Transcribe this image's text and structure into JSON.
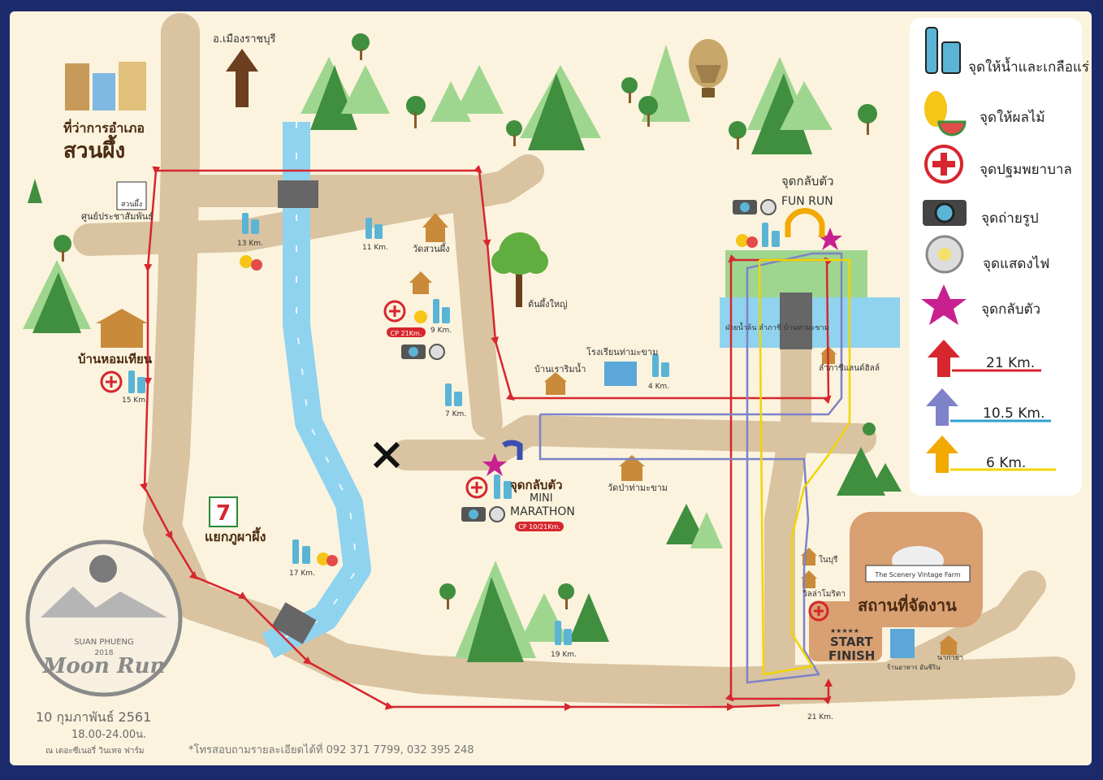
{
  "north": {
    "direction_label": "อ.เมืองราชบุรี"
  },
  "district_office": {
    "line1": "ที่ว่าการอำเภอ",
    "line2": "สวนผึ้ง"
  },
  "places": {
    "info_center": "ศูนย์ประชาสัมพันธ์",
    "i_love_sign": "สวนผึ้ง",
    "ban_hom": "บ้านหอมเทียน",
    "wat_suan_phueng": "วัดสวนผึ้ง",
    "big_tree": "ต้นผึ้งใหญ่",
    "school": "โรงเรียนท่ามะขาม",
    "ban_riverside": "บ้านเราริมน้ำ",
    "wat_pa": "วัดป่าท่ามะขาม",
    "seven_eleven_junction": "แยกภูผาผึ้ง",
    "unit_stop": "ฝ่ายน้ำล้น ลำภาชี บ้านท่ามะขาม",
    "lamphachi": "ลำภาชีแลนด์ฮิลล์",
    "fun_run_turn": "จุดกลับตัว",
    "fun_run": "FUN RUN",
    "mini_turn": "จุดกลับตัว",
    "mini": "MINI",
    "marathon": "MARATHON",
    "venue": "สถานที่จัดงาน",
    "farm_banner": "The Scenery Vintage Farm",
    "start": "START",
    "finish": "FINISH",
    "stars": "★★★★★",
    "ban_burin": "ในบุรี",
    "villa": "วิลล่าโมริตา",
    "anchin": "ร้านอาหาร อันชีริน",
    "na_ka": "นาก่าย่า"
  },
  "stations": {
    "km13": "13 Km.",
    "km11": "11 Km.",
    "km9": "9 Km.",
    "cp21": "CP 21Km.",
    "km7": "7 Km.",
    "km4": "4 Km.",
    "km15": "15 Km.",
    "km17": "17 Km.",
    "km19": "19 Km.",
    "km21": "21 Km.",
    "cp_mini": "CP 10/21Km."
  },
  "badge": {
    "brand": "SUAN PHUENG",
    "year": "2018",
    "title": "Moon Run"
  },
  "event": {
    "date": "10 กุมภาพันธ์ 2561",
    "time": "18.00-24.00น.",
    "venue_line": "ณ เดอะซีเนอรี่ วินเทจ ฟาร์ม",
    "contact": "*โทรสอบถามรายละเอียดได้ที่  092 371 7799, 032 395 248"
  },
  "legend": {
    "items": [
      {
        "icon": "water-bottle-icon",
        "label": "จุดให้น้ำและเกลือแร่"
      },
      {
        "icon": "fruit-icon",
        "label": "จุดให้ผลไม้"
      },
      {
        "icon": "first-aid-icon",
        "label": "จุดปฐมพยาบาล"
      },
      {
        "icon": "camera-icon",
        "label": "จุดถ่ายรูป"
      },
      {
        "icon": "light-icon",
        "label": "จุดแสดงไฟ"
      },
      {
        "icon": "star-icon",
        "label": "จุดกลับตัว"
      }
    ],
    "routes": [
      {
        "label": "21 Km.",
        "color": "#e3262e"
      },
      {
        "label": "10.5 Km.",
        "color": "#2f9fd0"
      },
      {
        "label": "6 Km.",
        "color": "#f2d400"
      }
    ]
  },
  "colors": {
    "background": "#fbf3de",
    "road": "#d9c3a0",
    "river": "#8fd3ef",
    "tree_dark": "#3f8f3f",
    "tree_light": "#9fd68f",
    "route_21": "#d7262e",
    "route_10": "#7d82c9",
    "route_6": "#f2d400"
  }
}
